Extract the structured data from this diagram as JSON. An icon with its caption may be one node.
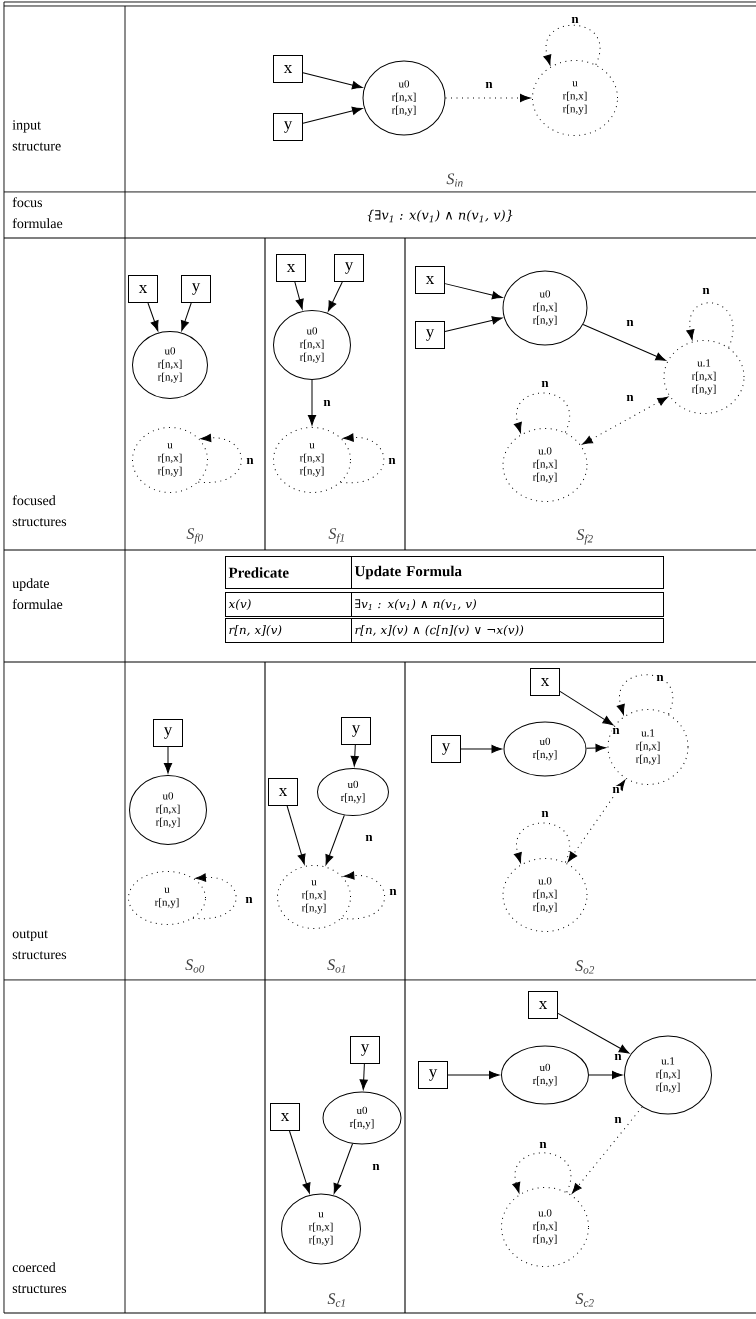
{
  "diagram": {
    "nodes": [
      {
        "text": [
          "x"
        ]
      },
      {
        "text": [
          "y"
        ]
      },
      {
        "text": [
          "u0",
          "r[n,x]",
          "r[n,y]"
        ]
      },
      {
        "text": [
          "u",
          "r[n,x]",
          "r[n,y]"
        ]
      },
      {
        "text": [
          "x"
        ]
      },
      {
        "text": [
          "y"
        ]
      },
      {
        "text": [
          "u0",
          "r[n,x]",
          "r[n,y]"
        ]
      },
      {
        "text": [
          "u",
          "r[n,x]",
          "r[n,y]"
        ]
      },
      {
        "text": [
          "x"
        ]
      },
      {
        "text": [
          "y"
        ]
      },
      {
        "text": [
          "u0",
          "r[n,x]",
          "r[n,y]"
        ]
      },
      {
        "text": [
          "u",
          "r[n,x]",
          "r[n,y]"
        ]
      },
      {
        "text": [
          "x"
        ]
      },
      {
        "text": [
          "y"
        ]
      },
      {
        "text": [
          "u0",
          "r[n,x]",
          "r[n,y]"
        ]
      },
      {
        "text": [
          "u.1",
          "r[n,x]",
          "r[n,y]"
        ]
      },
      {
        "text": [
          "u.0",
          "r[n,x]",
          "r[n,y]"
        ]
      },
      {
        "text": [
          "y"
        ]
      },
      {
        "text": [
          "u0",
          "r[n,x]",
          "r[n,y]"
        ]
      },
      {
        "text": [
          "u",
          "r[n,y]"
        ]
      },
      {
        "text": [
          "y"
        ]
      },
      {
        "text": [
          "x"
        ]
      },
      {
        "text": [
          "u0",
          "r[n,y]"
        ]
      },
      {
        "text": [
          "u",
          "r[n,x]",
          "r[n,y]"
        ]
      },
      {
        "text": [
          "x"
        ]
      },
      {
        "text": [
          "y"
        ]
      },
      {
        "text": [
          "u0",
          "r[n,y]"
        ]
      },
      {
        "text": [
          "u.1",
          "r[n,x]",
          "r[n,y]"
        ]
      },
      {
        "text": [
          "u.0",
          "r[n,x]",
          "r[n,y]"
        ]
      },
      {
        "text": [
          "y"
        ]
      },
      {
        "text": [
          "x"
        ]
      },
      {
        "text": [
          "u0",
          "r[n,y]"
        ]
      },
      {
        "text": [
          "u",
          "r[n,x]",
          "r[n,y]"
        ]
      },
      {
        "text": [
          "x"
        ]
      },
      {
        "text": [
          "y"
        ]
      },
      {
        "text": [
          "u0",
          "r[n,y]"
        ]
      },
      {
        "text": [
          "u.1",
          "r[n,x]",
          "r[n,y]"
        ]
      },
      {
        "text": [
          "u.0",
          "r[n,x]",
          "r[n,y]"
        ]
      }
    ],
    "edges": [
      {
        "from": 0,
        "to": 2,
        "arrow": "to"
      },
      {
        "from": 1,
        "to": 2,
        "arrow": "to"
      },
      {
        "from": 2,
        "to": 3,
        "arrow": "to",
        "label": "n",
        "style": "dashed"
      },
      {
        "from": 3,
        "to": 3,
        "arrow": "to",
        "label": "n",
        "style": "dashed"
      },
      {
        "from": 4,
        "to": 6,
        "arrow": "to"
      },
      {
        "from": 5,
        "to": 6,
        "arrow": "to"
      },
      {
        "from": 7,
        "to": 7,
        "arrow": "to",
        "label": "n",
        "style": "dashed"
      },
      {
        "from": 8,
        "to": 10,
        "arrow": "to"
      },
      {
        "from": 9,
        "to": 10,
        "arrow": "to"
      },
      {
        "from": 10,
        "to": 11,
        "arrow": "to",
        "label": "n"
      },
      {
        "from": 11,
        "to": 11,
        "arrow": "to",
        "label": "n",
        "style": "dashed"
      },
      {
        "from": 12,
        "to": 14,
        "arrow": "to"
      },
      {
        "from": 13,
        "to": 14,
        "arrow": "to"
      },
      {
        "from": 14,
        "to": 15,
        "arrow": "to",
        "label": "n"
      },
      {
        "from": 15,
        "to": 15,
        "arrow": "to",
        "label": "n",
        "style": "dashed"
      },
      {
        "from": 16,
        "to": 16,
        "arrow": "to",
        "label": "n",
        "style": "dashed"
      },
      {
        "from": 15,
        "to": 16,
        "arrow": "both",
        "label": "n",
        "style": "dashed"
      },
      {
        "from": 17,
        "to": 18,
        "arrow": "to"
      },
      {
        "from": 19,
        "to": 19,
        "arrow": "to",
        "label": "n",
        "style": "dashed"
      },
      {
        "from": 20,
        "to": 22,
        "arrow": "to"
      },
      {
        "from": 21,
        "to": 23,
        "arrow": "to"
      },
      {
        "from": 22,
        "to": 23,
        "arrow": "to",
        "label": "n"
      },
      {
        "from": 23,
        "to": 23,
        "arrow": "to",
        "label": "n",
        "style": "dashed"
      },
      {
        "from": 24,
        "to": 27,
        "arrow": "to"
      },
      {
        "from": 25,
        "to": 26,
        "arrow": "to"
      },
      {
        "from": 26,
        "to": 27,
        "arrow": "to",
        "label": "n"
      },
      {
        "from": 27,
        "to": 27,
        "arrow": "to",
        "label": "n",
        "style": "dashed"
      },
      {
        "from": 28,
        "to": 28,
        "arrow": "to",
        "label": "n",
        "style": "dashed"
      },
      {
        "from": 27,
        "to": 28,
        "arrow": "both",
        "label": "n",
        "style": "dashed"
      },
      {
        "from": 29,
        "to": 31,
        "arrow": "to"
      },
      {
        "from": 30,
        "to": 32,
        "arrow": "to"
      },
      {
        "from": 31,
        "to": 32,
        "arrow": "to",
        "label": "n"
      },
      {
        "from": 33,
        "to": 36,
        "arrow": "to"
      },
      {
        "from": 34,
        "to": 35,
        "arrow": "to"
      },
      {
        "from": 35,
        "to": 36,
        "arrow": "to",
        "label": "n"
      },
      {
        "from": 37,
        "to": 37,
        "arrow": "to",
        "label": "n",
        "style": "dashed"
      },
      {
        "from": 36,
        "to": 37,
        "arrow": "to",
        "label": "n",
        "style": "dashed"
      }
    ],
    "labels": [
      "input structure",
      "S$_{in}$",
      "focus formulae",
      "{∃v$_{1}$ : x(v$_{1}$) ∧ n(v$_{1}$, v)}",
      "focused structures",
      "S$_{f0}$",
      "S$_{f1}$",
      "S$_{f2}$",
      "update formulae",
      "Predicate",
      "Update Formula",
      "x(v)",
      "∃v$_{1}$ : x(v$_{1}$) ∧ n(v$_{1}$, v)",
      "r[n, x](v)",
      "r[n, x](v) ∧ (c[n](v) ∨ ¬x(v))",
      "output structures",
      "S$_{o0}$",
      "S$_{o1}$",
      "S$_{o2}$",
      "coerced structures",
      "S$_{c1}$",
      "S$_{c2}$"
    ]
  }
}
